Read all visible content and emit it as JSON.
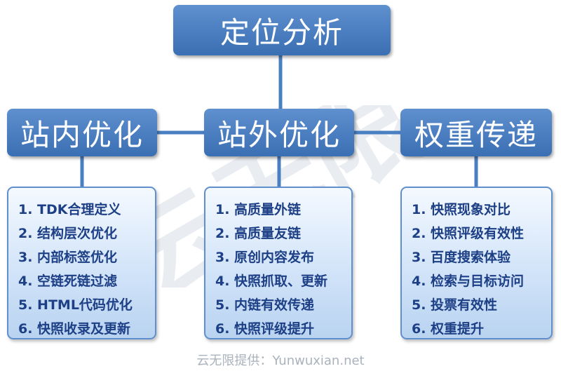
{
  "root": {
    "label": "定位分析"
  },
  "branches": [
    {
      "label": "站内优化",
      "items": [
        "1. TDK合理定义",
        "2. 结构层次优化",
        "3. 内部标签优化",
        "4. 空链死链过滤",
        "5. HTML代码优化",
        "6. 快照收录及更新"
      ]
    },
    {
      "label": "站外优化",
      "items": [
        "1. 高质量外链",
        "2. 高质量友链",
        "3. 原创内容发布",
        "4. 快照抓取、更新",
        "5. 内链有效传递",
        "6. 快照评级提升"
      ]
    },
    {
      "label": "权重传递",
      "items": [
        "1. 快照现象对比",
        "2. 快照评级有效性",
        "3. 百度搜索体验",
        "4. 检索与目标访问",
        "5. 投票有效性",
        "6. 权重提升"
      ]
    }
  ],
  "watermark": {
    "text": "云无限"
  },
  "footer": {
    "text": "云无限提供：Yunwuxian.net"
  },
  "colors": {
    "node": "#4a7fc1",
    "panel_border": "#5f8fcc",
    "item_text": "#1d3f86",
    "connector": "#4a7fc1"
  }
}
